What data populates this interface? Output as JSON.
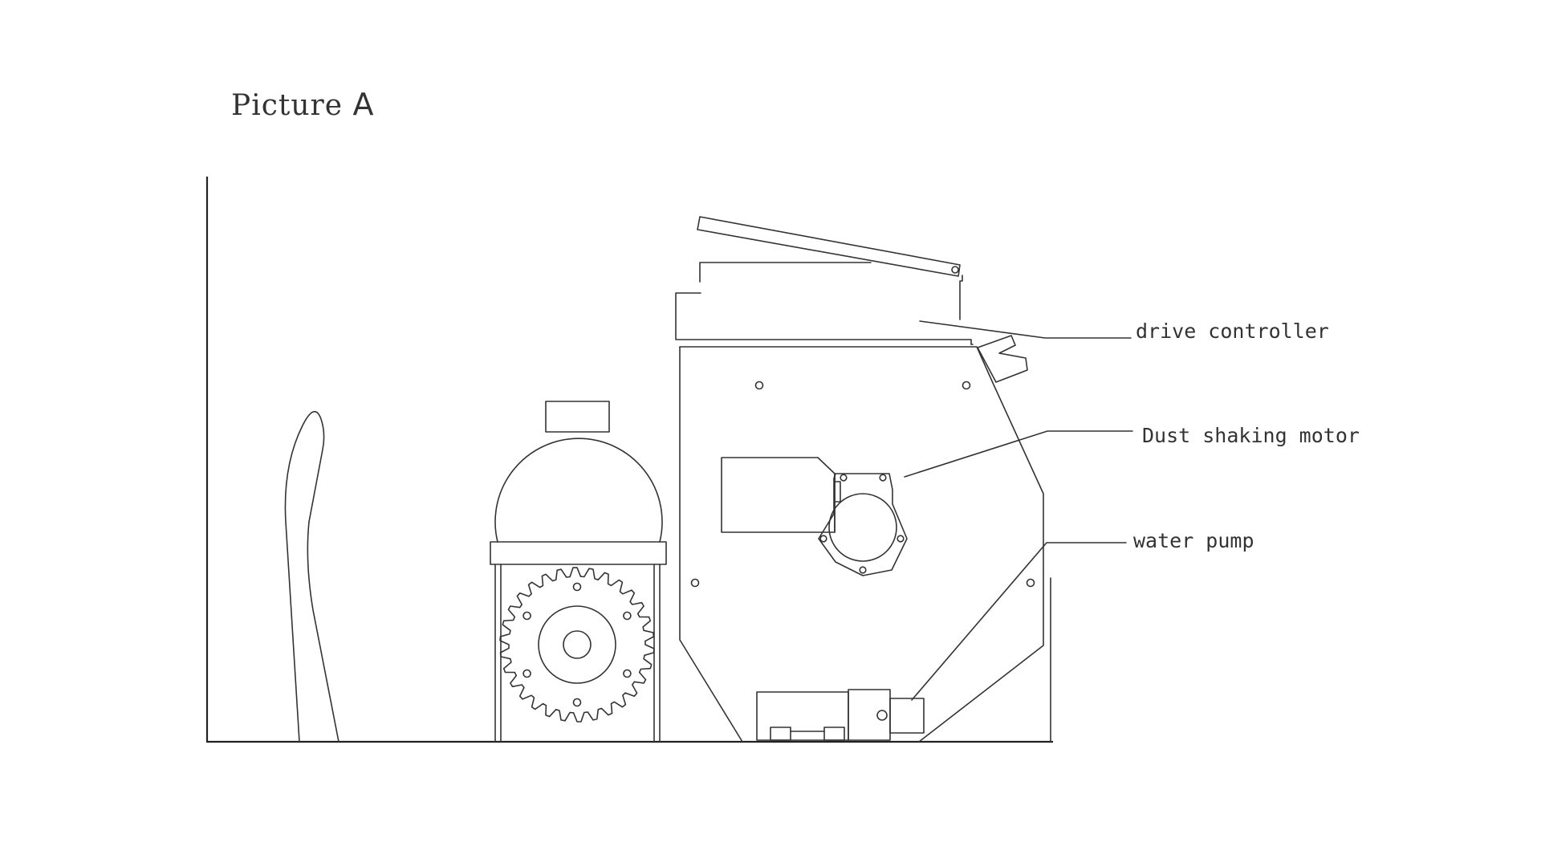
{
  "diagram": {
    "title_prefix": "Picture",
    "title_letter": "A",
    "labels": {
      "drive_controller": "drive controller",
      "dust_shaking_motor": "Dust shaking motor",
      "water_pump": "water pump"
    },
    "line_color": "#333333",
    "background": "#ffffff"
  }
}
